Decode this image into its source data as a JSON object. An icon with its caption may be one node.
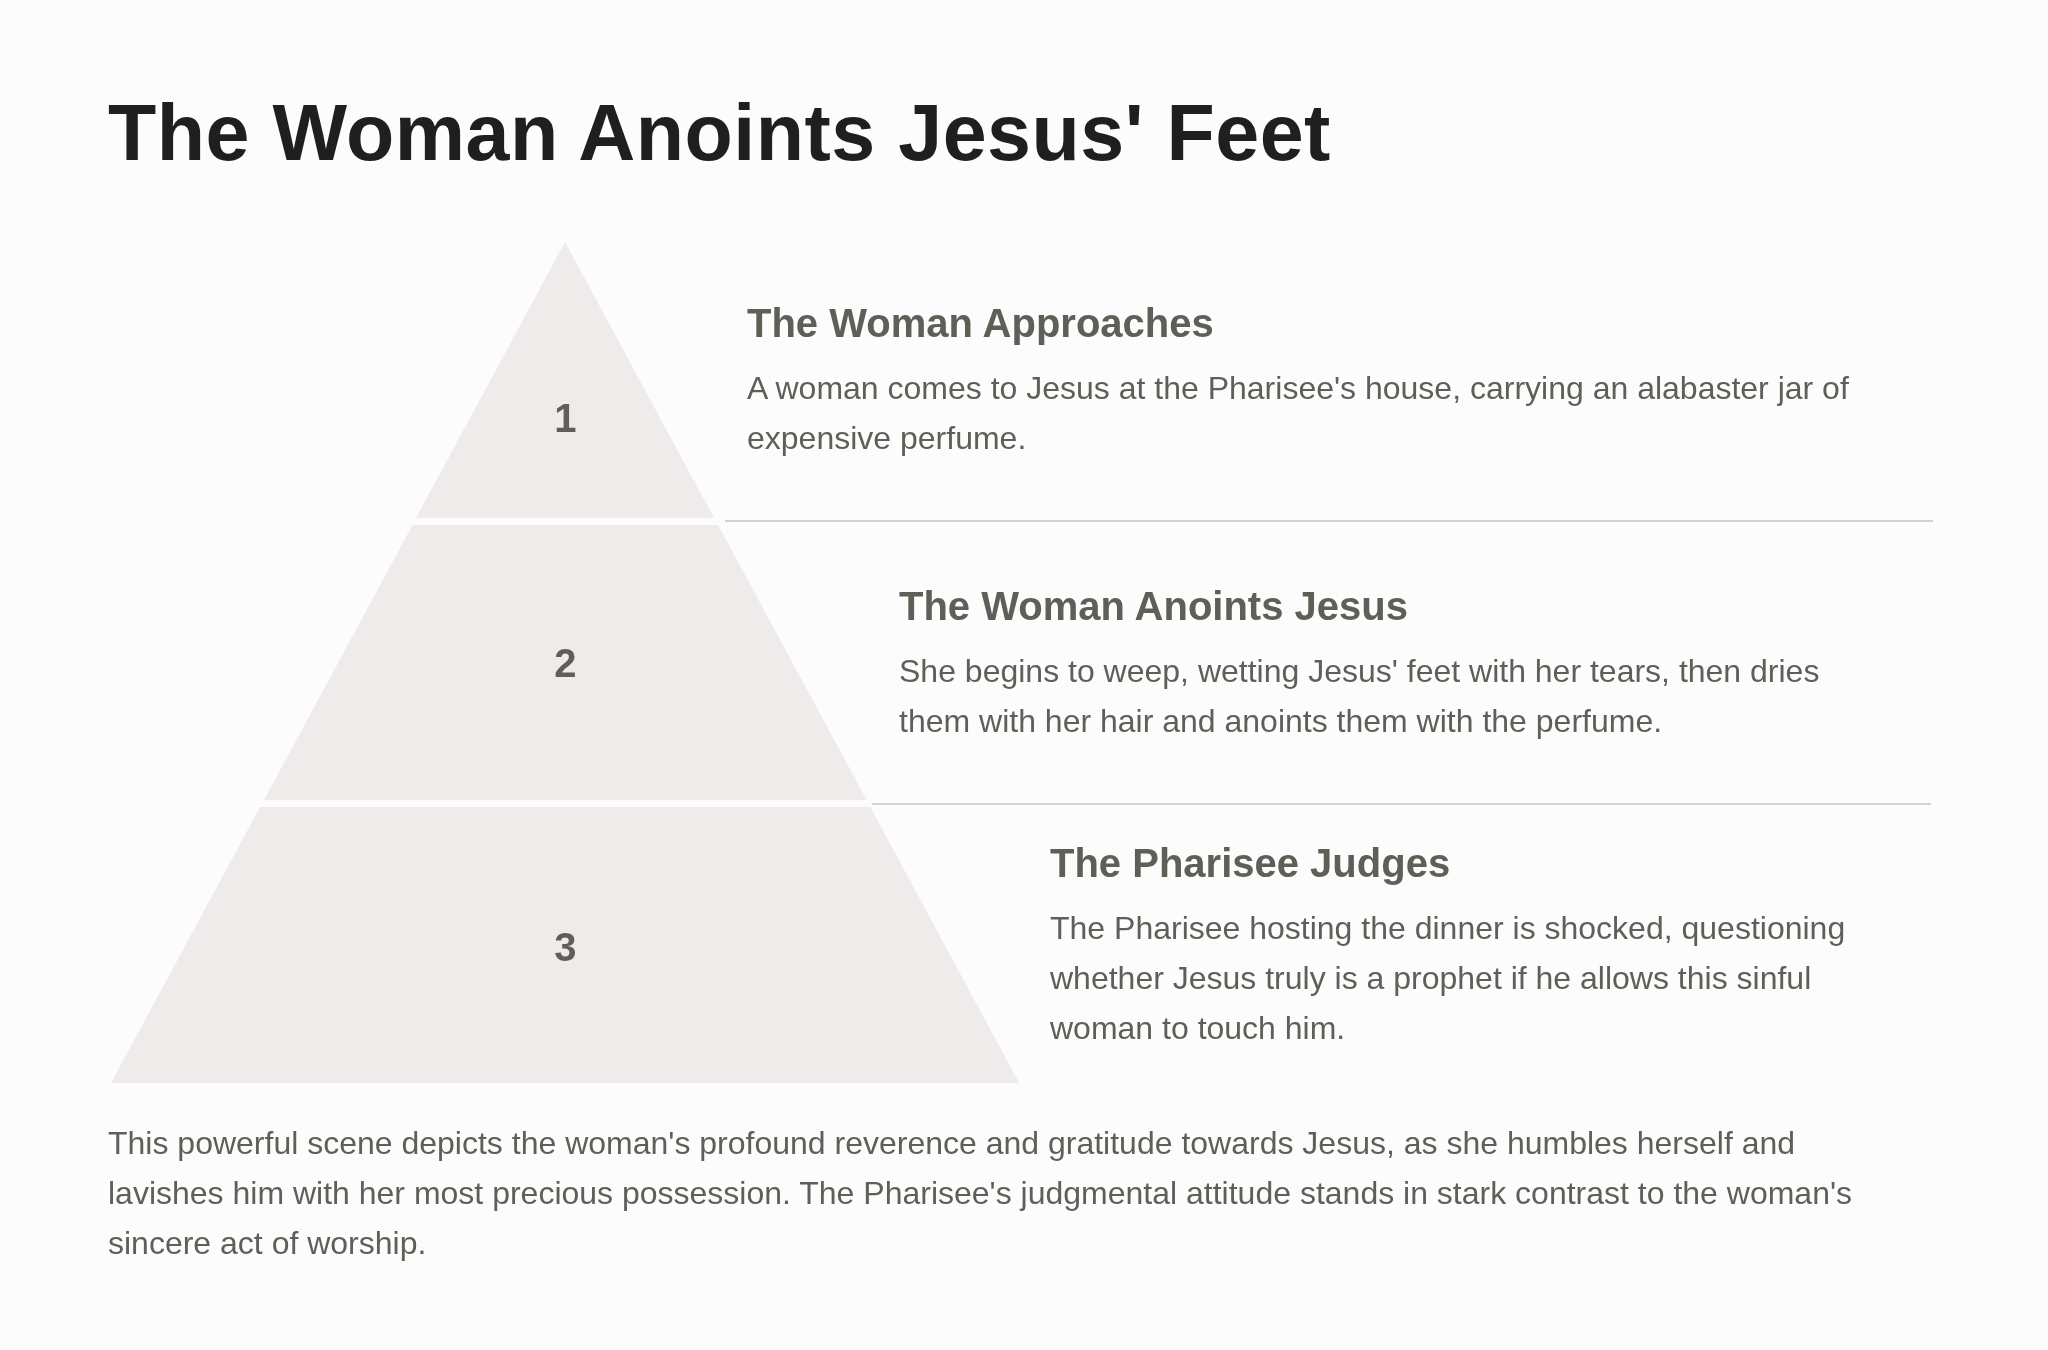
{
  "diagram": {
    "title": "The Woman Anoints Jesus' Feet",
    "nodes": [
      {
        "text": [
          "1"
        ],
        "beside": [
          "The Woman Approaches",
          "A woman comes to Jesus at the Pharisee's house, carrying an alabaster jar of expensive perfume."
        ]
      },
      {
        "text": [
          "2"
        ],
        "beside": [
          "The Woman Anoints Jesus",
          "She begins to weep, wetting Jesus' feet with her tears, then dries them with her hair and anoints them with the perfume."
        ]
      },
      {
        "text": [
          "3"
        ],
        "beside": [
          "The Pharisee Judges",
          "The Pharisee hosting the dinner is shocked, questioning whether Jesus truly is a prophet if he allows this sinful woman to touch him."
        ]
      }
    ],
    "caption": "This powerful scene depicts the woman's profound reverence and gratitude towards Jesus, as she humbles herself and lavishes him with her most precious possession. The Pharisee's judgmental attitude stands in stark contrast to the woman's sincere act of worship."
  }
}
